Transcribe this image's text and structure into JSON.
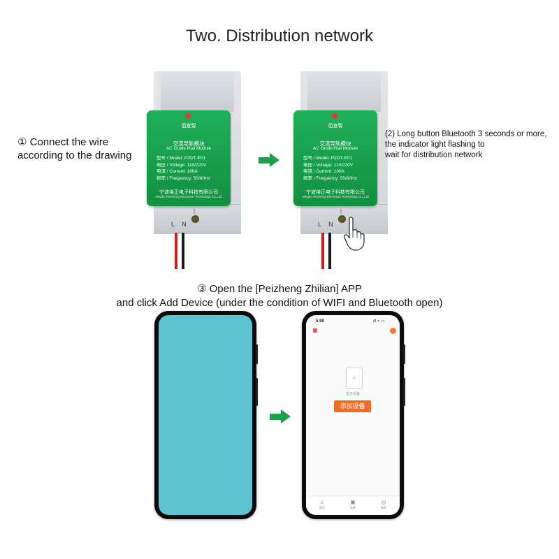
{
  "title": "Two. Distribution network",
  "step1": {
    "line1": "① Connect the wire",
    "line2": "according to the drawing"
  },
  "step2": {
    "line1": "(2) Long button Bluetooth 3 seconds or more,",
    "line2": "the indicator light flashing to",
    "line3": "wait for distribution network"
  },
  "step3": {
    "line1": "③ Open the [Peizheng Zhilian] APP",
    "line2": "and click Add Device (under the condition of WIFI and Bluetooth open)"
  },
  "device": {
    "brand": "佰宜智",
    "name_cn": "交流导轨模块",
    "name_en": "AC Guide Rail Module",
    "model": "型号 / Model: PZDT-E01",
    "voltage": "电压 / Voltage: 110/220V",
    "current": "电流 / Current: 100A",
    "frequency": "频率 / Frequency: 50/60Hz",
    "company_cn": "宁波培正电子科技有限公司",
    "company_en": "Ningbo Peizheng Electronic Technology Co.,Ltd",
    "terminal_label": "L N",
    "bluetooth_symbol": "ᛒ"
  },
  "phone2": {
    "status_time": "5:00",
    "status_icons": "ıll ≈ ▭",
    "empty_text": "暂无设备",
    "add_button": "添加设备",
    "tabs": [
      {
        "label": "首页",
        "icon": "⌂"
      },
      {
        "label": "场景",
        "icon": "▣"
      },
      {
        "label": "我的",
        "icon": "◎"
      }
    ]
  },
  "colors": {
    "panel_green": "#1ba24a",
    "arrow_green": "#1ba24a",
    "button_orange": "#ef6c25",
    "screen_cyan": "#5ec4d1"
  }
}
